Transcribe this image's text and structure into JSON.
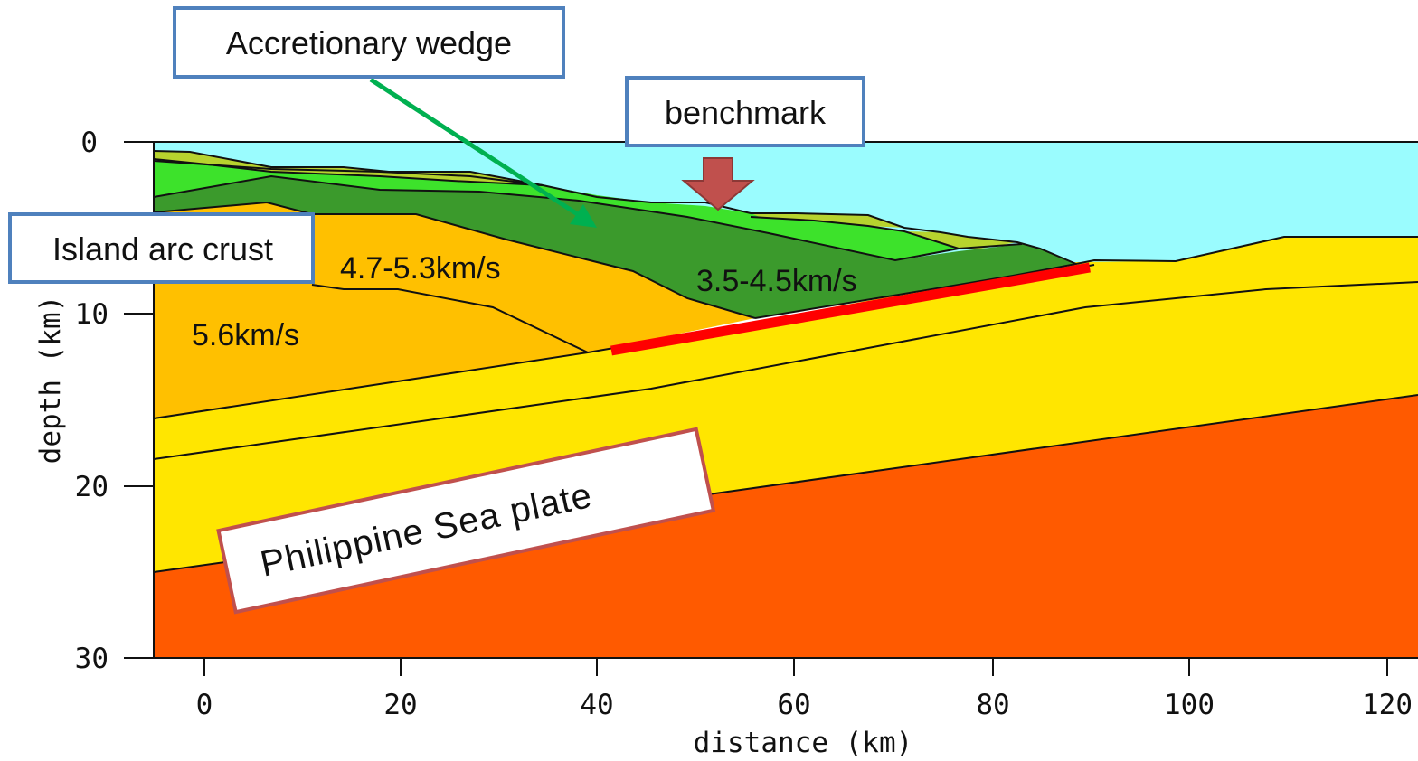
{
  "axes": {
    "x_title": "distance (km)",
    "y_title": "depth (km)",
    "x_ticks": [
      "0",
      "20",
      "40",
      "60",
      "80",
      "100",
      "120"
    ],
    "y_ticks": [
      "0",
      "10",
      "20",
      "30"
    ]
  },
  "callouts": {
    "accretionary_wedge": "Accretionary wedge",
    "benchmark": "benchmark",
    "island_arc_crust": "Island arc crust",
    "philippine_sea_plate": "Philippine  Sea plate"
  },
  "velocities": {
    "v1": "4.7-5.3km/s",
    "v2": "3.5-4.5km/s",
    "v3": "5.6km/s"
  },
  "colors": {
    "sea": "#9afcfe",
    "wedge_light": "#3de22b",
    "wedge_dark": "#3b9a2c",
    "sediment": "#b7d32e",
    "arc_crust": "#ffc000",
    "oceanic_crust": "#ffe600",
    "mantle": "#ff5a00",
    "fault": "#ff0000",
    "arrow_green": "#00b050",
    "benchmark_arrow": "#c0504d",
    "callout_border_blue": "#4f81bd",
    "callout_border_red": "#c0504d"
  }
}
